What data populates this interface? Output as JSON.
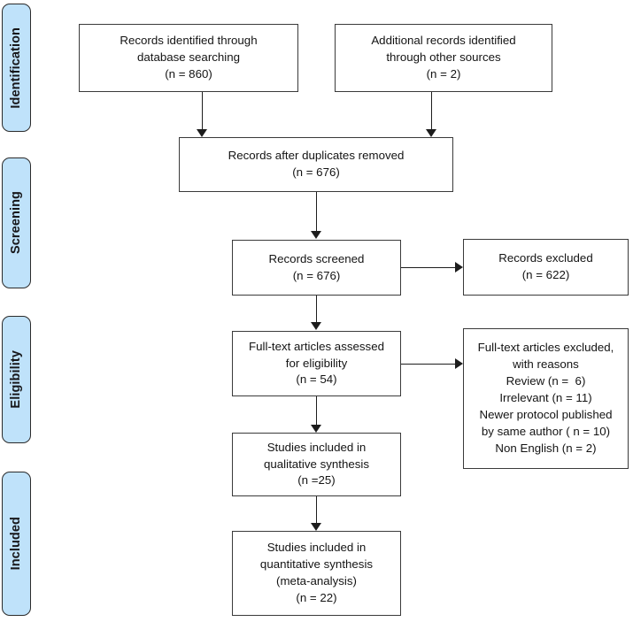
{
  "diagram": {
    "type": "prisma-flow-diagram",
    "colors": {
      "stage_tab_fill": "#bfe2fa",
      "stage_tab_border": "#2b2b2b",
      "box_border": "#3a3a3a",
      "box_fill": "#ffffff",
      "connector": "#1d1d1d",
      "text": "#141414"
    },
    "stages": [
      {
        "id": "identification",
        "label": "Identification"
      },
      {
        "id": "screening",
        "label": "Screening"
      },
      {
        "id": "eligibility",
        "label": "Eligibility"
      },
      {
        "id": "included",
        "label": "Included"
      }
    ],
    "boxes": {
      "records_identified": {
        "lines": [
          "Records identified through",
          "database searching",
          "(n = 860)"
        ],
        "count": 860
      },
      "additional_records": {
        "lines": [
          "Additional records identified",
          "through other sources",
          "(n = 2)"
        ],
        "count": 2
      },
      "duplicates_removed": {
        "lines": [
          "Records after duplicates removed",
          "(n = 676)"
        ],
        "count": 676
      },
      "records_screened": {
        "lines": [
          "Records screened",
          "(n = 676)"
        ],
        "count": 676
      },
      "records_excluded": {
        "lines": [
          "Records excluded",
          "(n = 622)"
        ],
        "count": 622
      },
      "fulltext_assessed": {
        "lines": [
          "Full-text articles assessed",
          "for eligibility",
          "(n = 54)"
        ],
        "count": 54
      },
      "fulltext_excluded": {
        "lines": [
          "Full-text articles excluded,",
          "with reasons",
          "Review (n =  6)",
          "Irrelevant (n = 11)",
          "Newer protocol published",
          "by same author ( n = 10)",
          "Non English (n = 2)"
        ],
        "reasons": [
          {
            "label": "Review",
            "count": 6
          },
          {
            "label": "Irrelevant",
            "count": 11
          },
          {
            "label": "Newer protocol published by same author",
            "count": 10
          },
          {
            "label": "Non English",
            "count": 2
          }
        ]
      },
      "qualitative_synthesis": {
        "lines": [
          "Studies included in",
          "qualitative synthesis",
          "(n =25)"
        ],
        "count": 25
      },
      "quantitative_synthesis": {
        "lines": [
          "Studies included in",
          "quantitative synthesis",
          "(meta-analysis)",
          "(n = 22)"
        ],
        "count": 22
      }
    }
  }
}
